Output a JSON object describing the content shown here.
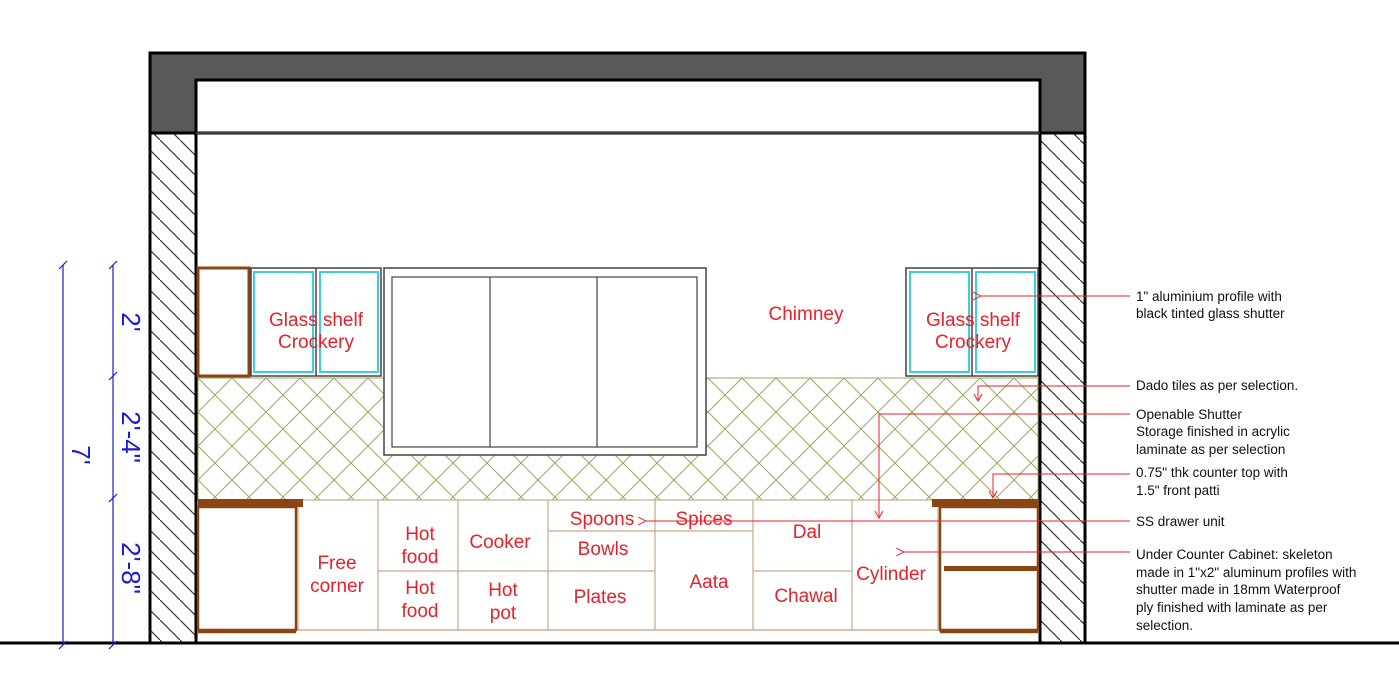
{
  "labels": {
    "glass_left_1": "Glass shelf",
    "glass_left_2": "Crockery",
    "glass_right_1": "Glass shelf",
    "glass_right_2": "Crockery",
    "chimney": "Chimney",
    "free_corner_1": "Free",
    "free_corner_2": "corner",
    "hot_food_top_1": "Hot",
    "hot_food_top_2": "food",
    "hot_food_bot_1": "Hot",
    "hot_food_bot_2": "food",
    "cooker": "Cooker",
    "hot_pot_1": "Hot",
    "hot_pot_2": "pot",
    "spoons": "Spoons",
    "bowls": "Bowls",
    "plates": "Plates",
    "spices": "Spices",
    "aata": "Aata",
    "dal": "Dal",
    "chawal": "Chawal",
    "cylinder": "Cylinder"
  },
  "notes": {
    "aluminium_1": "1\" aluminium profile with",
    "aluminium_2": "black tinted glass shutter",
    "dado": "Dado tiles as per selection.",
    "openable_1": "Openable Shutter",
    "openable_2": "Storage finished in acrylic",
    "openable_3": "laminate as per selection",
    "counter_1": "0.75\" thk counter top with",
    "counter_2": "1.5\" front patti",
    "ss_drawer": "SS drawer unit",
    "under_1": "Under Counter Cabinet: skeleton",
    "under_2": "made in 1\"x2\" aluminum profiles with",
    "under_3": "shutter made in 18mm Waterproof",
    "under_4": "ply finished with laminate as per",
    "under_5": "selection."
  },
  "dimensions": {
    "total": "7'",
    "upper": "2'",
    "middle": "2'-4\"",
    "lower": "2'-8\""
  },
  "colors": {
    "label_red": "#e8212b",
    "dimension_blue": "#1a1ad6",
    "wood_brown": "#8b4513",
    "glass_cyan": "#3ad0d6",
    "tile_green": "#9aa860",
    "beam_gray": "#595959"
  }
}
